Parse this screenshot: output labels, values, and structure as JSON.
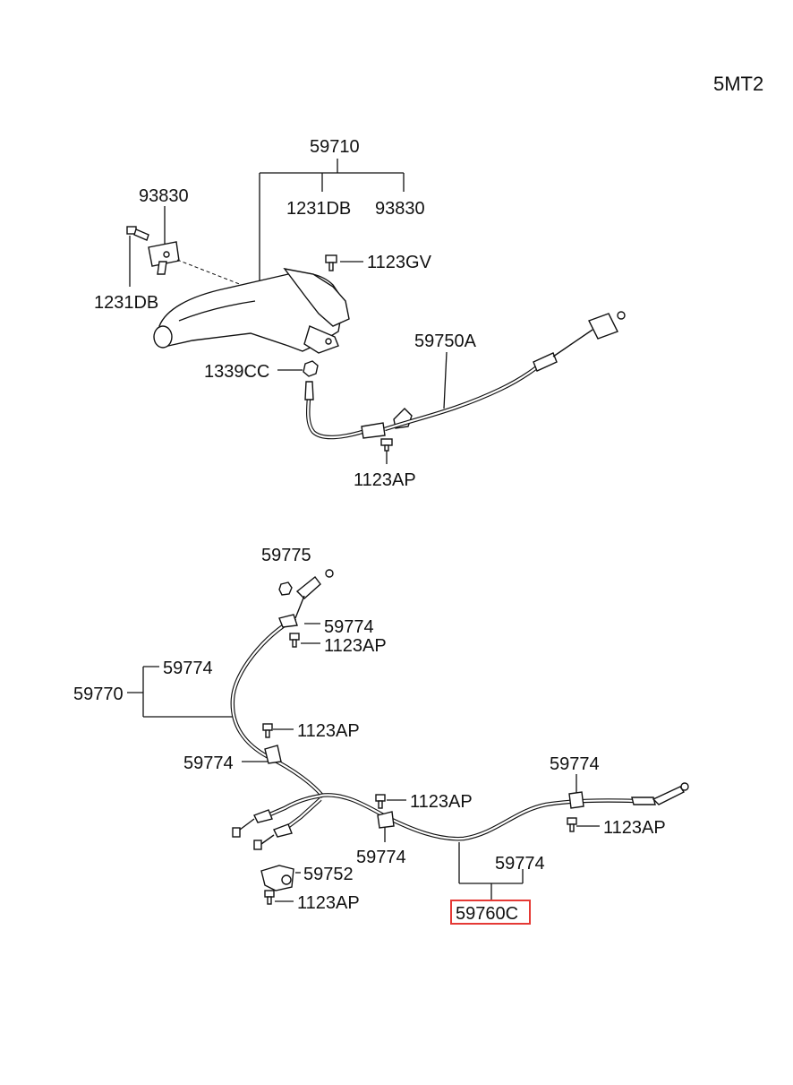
{
  "header": {
    "model_code": "5MT2"
  },
  "labels": {
    "p59710": "59710",
    "p93830_a": "93830",
    "p1231DB_a": "1231DB",
    "p93830_b": "93830",
    "p1231DB_b": "1231DB",
    "p1123GV": "1123GV",
    "p59750A": "59750A",
    "p1339CC": "1339CC",
    "p1123AP_a": "1123AP",
    "p59775": "59775",
    "p59774_a": "59774",
    "p1123AP_b": "1123AP",
    "p59774_b": "59774",
    "p59770": "59770",
    "p1123AP_c": "1123AP",
    "p59774_c": "59774",
    "p59774_d": "59774",
    "p1123AP_d": "1123AP",
    "p1123AP_e": "1123AP",
    "p59774_e": "59774",
    "p59774_f": "59774",
    "p59752": "59752",
    "p1123AP_f": "1123AP",
    "p59760C": "59760C"
  },
  "highlight": {
    "part": "59760C",
    "color": "#e53935"
  }
}
